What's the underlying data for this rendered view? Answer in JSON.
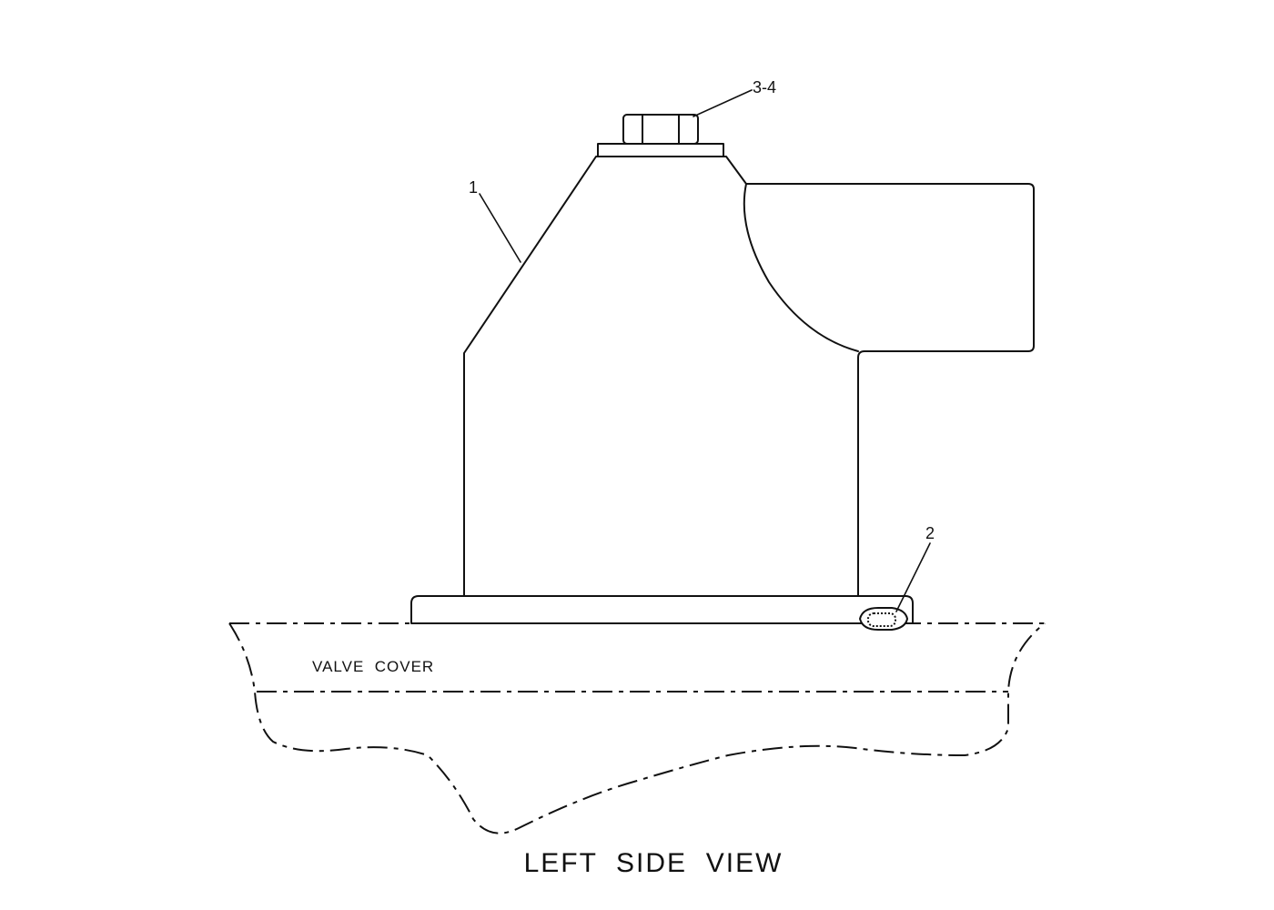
{
  "callouts": {
    "body": "1",
    "seal": "2",
    "bolt_washer": "3-4"
  },
  "labels": {
    "valve_cover": "VALVE  COVER"
  },
  "view_title": "LEFT  SIDE  VIEW",
  "colors": {
    "line": "#111111",
    "background": "#ffffff"
  }
}
